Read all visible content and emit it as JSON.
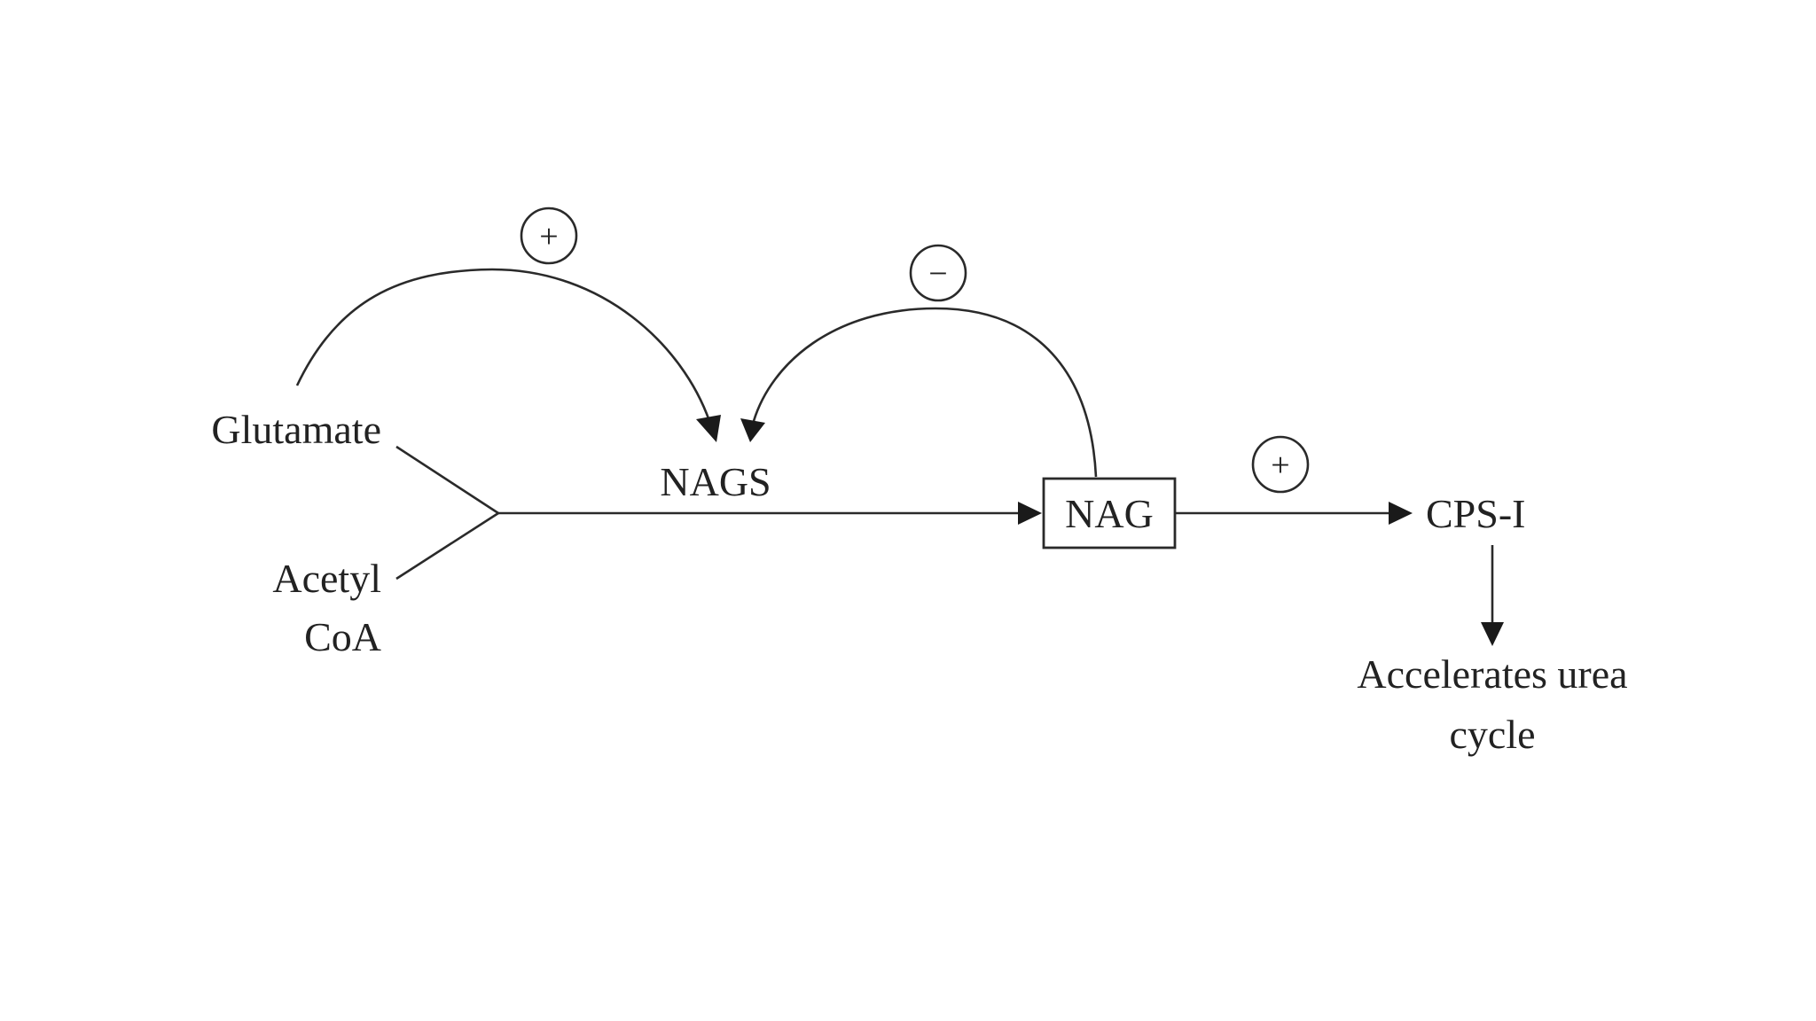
{
  "nodes": {
    "glutamate": "Glutamate",
    "acetyl_line1": "Acetyl",
    "acetyl_line2": "CoA",
    "nags": "NAGS",
    "nag": "NAG",
    "cps": "CPS-I",
    "accel_line1": "Accelerates urea",
    "accel_line2": "cycle"
  },
  "signs": {
    "glutamate_to_nags": "+",
    "nag_to_nags": "−",
    "nag_to_cps": "+"
  }
}
